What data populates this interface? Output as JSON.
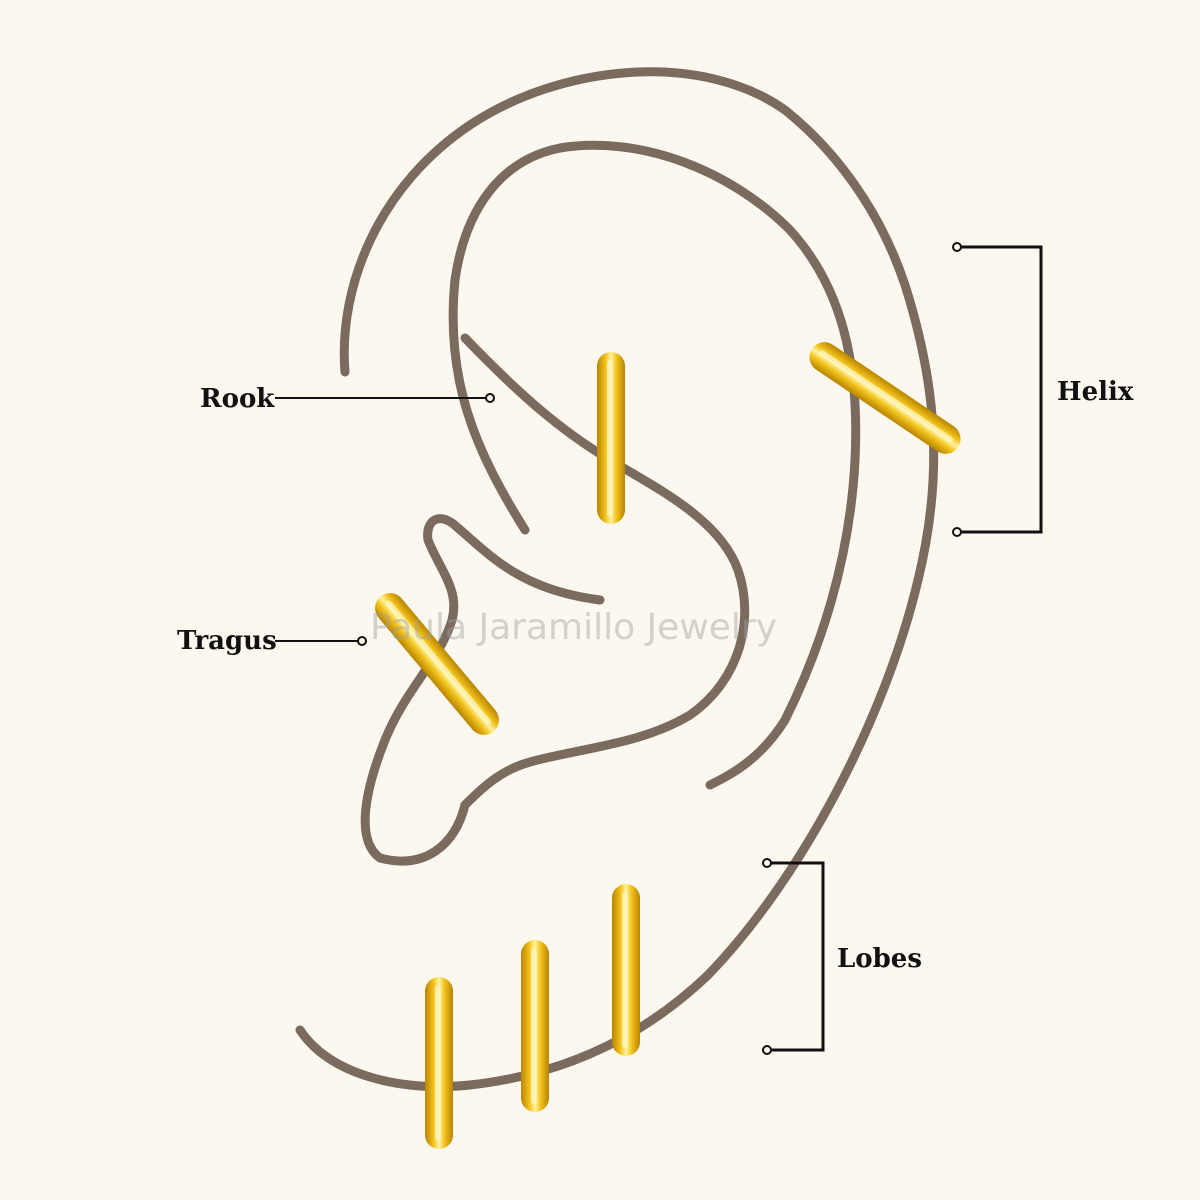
{
  "labels": {
    "rook": "Rook",
    "tragus": "Tragus",
    "helix": "Helix",
    "lobes": "Lobes"
  },
  "watermark": "Paula Jaramillo Jewelry",
  "colors": {
    "background": "#fcf8ef",
    "ear_outline": "#7b6a5e",
    "callout_line": "#111111",
    "gold_light": "#fff3a0",
    "gold_mid": "#f2c21c",
    "gold_dark": "#b88400"
  }
}
